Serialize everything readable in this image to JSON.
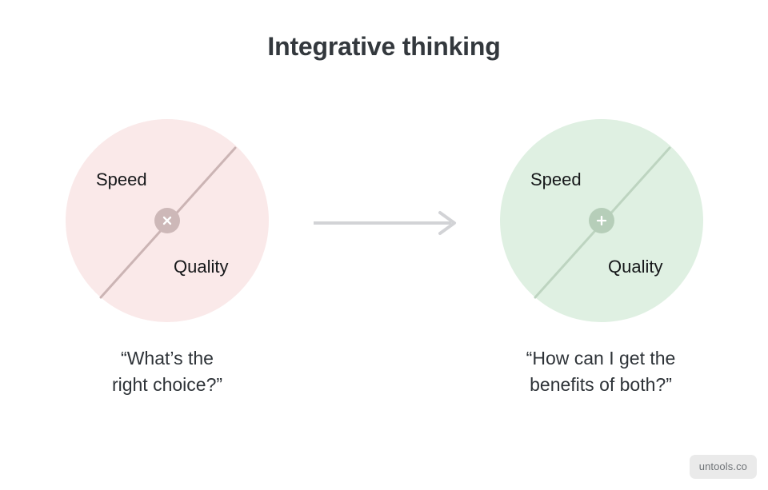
{
  "page": {
    "title": "Integrative thinking",
    "background_color": "#ffffff"
  },
  "colors": {
    "title_text": "#33383d",
    "circle_negative_fill": "#fae9e9",
    "circle_positive_fill": "#dff0e2",
    "diagonal_negative": "#cbb4b4",
    "diagonal_positive": "#bdd4c0",
    "badge_negative": "#cdb8b8",
    "badge_positive": "#b6ceb9",
    "badge_glyph": "#ffffff",
    "arrow": "#d2d3d6",
    "label_text": "#16181a",
    "caption_text": "#2e3338",
    "watermark_background": "#eaeaea",
    "watermark_text": "#6f7377"
  },
  "panels": [
    {
      "id": "either-or",
      "state": "negative",
      "operator_icon": "close-icon",
      "operator_symbol": "×",
      "labels": {
        "top": "Speed",
        "bottom": "Quality"
      },
      "caption_line1": "“What’s the",
      "caption_line2": "right choice?”"
    },
    {
      "id": "both-and",
      "state": "positive",
      "operator_icon": "plus-icon",
      "operator_symbol": "+",
      "labels": {
        "top": "Speed",
        "bottom": "Quality"
      },
      "caption_line1": "“How can I get the",
      "caption_line2": "benefits of both?”"
    }
  ],
  "arrow": {
    "icon": "arrow-right-icon",
    "direction": "right"
  },
  "watermark": {
    "label": "untools.co"
  }
}
